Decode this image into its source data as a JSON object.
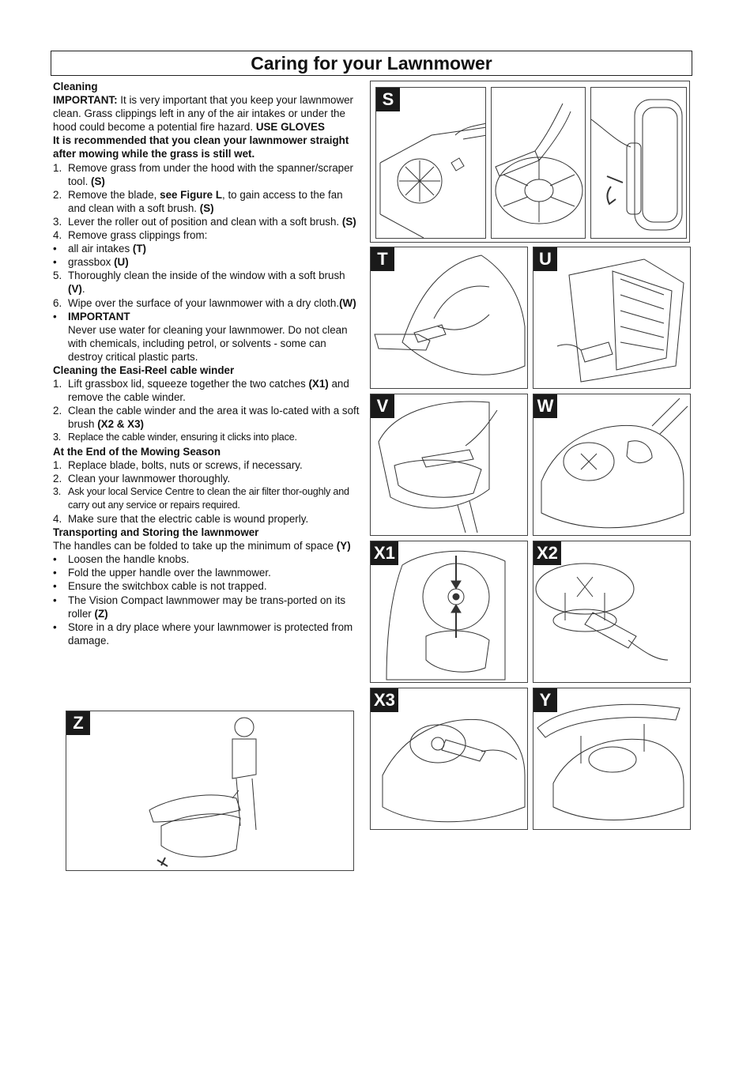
{
  "page_title": "Caring for your Lawnmower",
  "cleaning": {
    "heading": "Cleaning",
    "important_label": "IMPORTANT:",
    "important_text": " It is very important that you keep your lawnmower clean.  Grass clippings left in any of the air intakes or under the hood could become a potential fire hazard.  ",
    "gloves": "USE GLOVES",
    "recommend": "It is recommended that you clean your lawnmower straight after mowing while the grass is still wet.",
    "steps": [
      {
        "marker": "1.",
        "text": "Remove grass from under the hood with the spanner/scraper tool. ",
        "ref": "(S)"
      },
      {
        "marker": "2.",
        "pre": "Remove the blade, ",
        "bold": "see Figure L",
        "text": ", to gain access to the fan and clean with a soft brush. ",
        "ref": "(S)"
      },
      {
        "marker": "3.",
        "text": "Lever the roller out of position and clean with a soft brush. ",
        "ref": "(S)"
      },
      {
        "marker": "4.",
        "text": "Remove grass clippings from:",
        "ref": ""
      },
      {
        "marker": "•",
        "text": "all air intakes ",
        "ref": "(T)"
      },
      {
        "marker": "•",
        "text": "grassbox ",
        "ref": "(U)"
      },
      {
        "marker": "5.",
        "text": "Thoroughly clean the inside of the window with a soft brush ",
        "ref": "(V)",
        "tail": "."
      },
      {
        "marker": "6.",
        "text": "Wipe over the surface of your lawnmower with a dry cloth.",
        "ref": "(W)"
      }
    ],
    "important2_marker": "•",
    "important2_label": "IMPORTANT",
    "important2_text": "Never use water for cleaning your lawnmower. Do not clean with chemicals,  including petrol, or solvents - some can destroy critical plastic parts."
  },
  "reel": {
    "heading": "Cleaning the Easi-Reel cable winder",
    "steps": [
      {
        "marker": "1.",
        "text": "Lift grassbox lid, squeeze together the two catches ",
        "ref": "(X1)",
        "tail": " and remove the cable winder."
      },
      {
        "marker": "2.",
        "text": "Clean the cable winder and the area it was lo-cated with a soft brush ",
        "ref": "(X2 & X3)",
        "tail": ""
      },
      {
        "marker": "3.",
        "text": "Replace the cable winder, ensuring it clicks into place.",
        "ref": "",
        "tail": ""
      }
    ]
  },
  "season": {
    "heading": "At the End of the Mowing Season",
    "steps": [
      {
        "marker": "1.",
        "text": "Replace blade, bolts, nuts or screws, if necessary."
      },
      {
        "marker": "2.",
        "text": "Clean your lawnmower thoroughly."
      },
      {
        "marker": "3.",
        "text": "Ask your local Service Centre to clean the air filter thor-oughly and carry out any service or repairs required."
      },
      {
        "marker": "4.",
        "text": "Make sure that the electric cable is wound properly."
      }
    ]
  },
  "transport": {
    "heading": "Transporting and Storing the lawnmower",
    "intro": "The handles can be folded to take up the minimum of space ",
    "intro_ref": "(Y)",
    "bullets": [
      {
        "marker": "•",
        "text": "Loosen the handle knobs.",
        "ref": ""
      },
      {
        "marker": "•",
        "text": "Fold the upper handle over the lawnmower.",
        "ref": ""
      },
      {
        "marker": "•",
        "text": "Ensure the switchbox cable is not trapped.",
        "ref": ""
      },
      {
        "marker": "•",
        "text": "The Vision Compact lawnmower may be trans-ported on its roller ",
        "ref": "(Z)"
      },
      {
        "marker": "•",
        "text": "Store in a dry place where your lawnmower is protected from damage.",
        "ref": ""
      }
    ]
  },
  "figures": {
    "S": "S",
    "T": "T",
    "U": "U",
    "V": "V",
    "W": "W",
    "X1": "X1",
    "X2": "X2",
    "X3": "X3",
    "Y": "Y",
    "Z": "Z"
  }
}
